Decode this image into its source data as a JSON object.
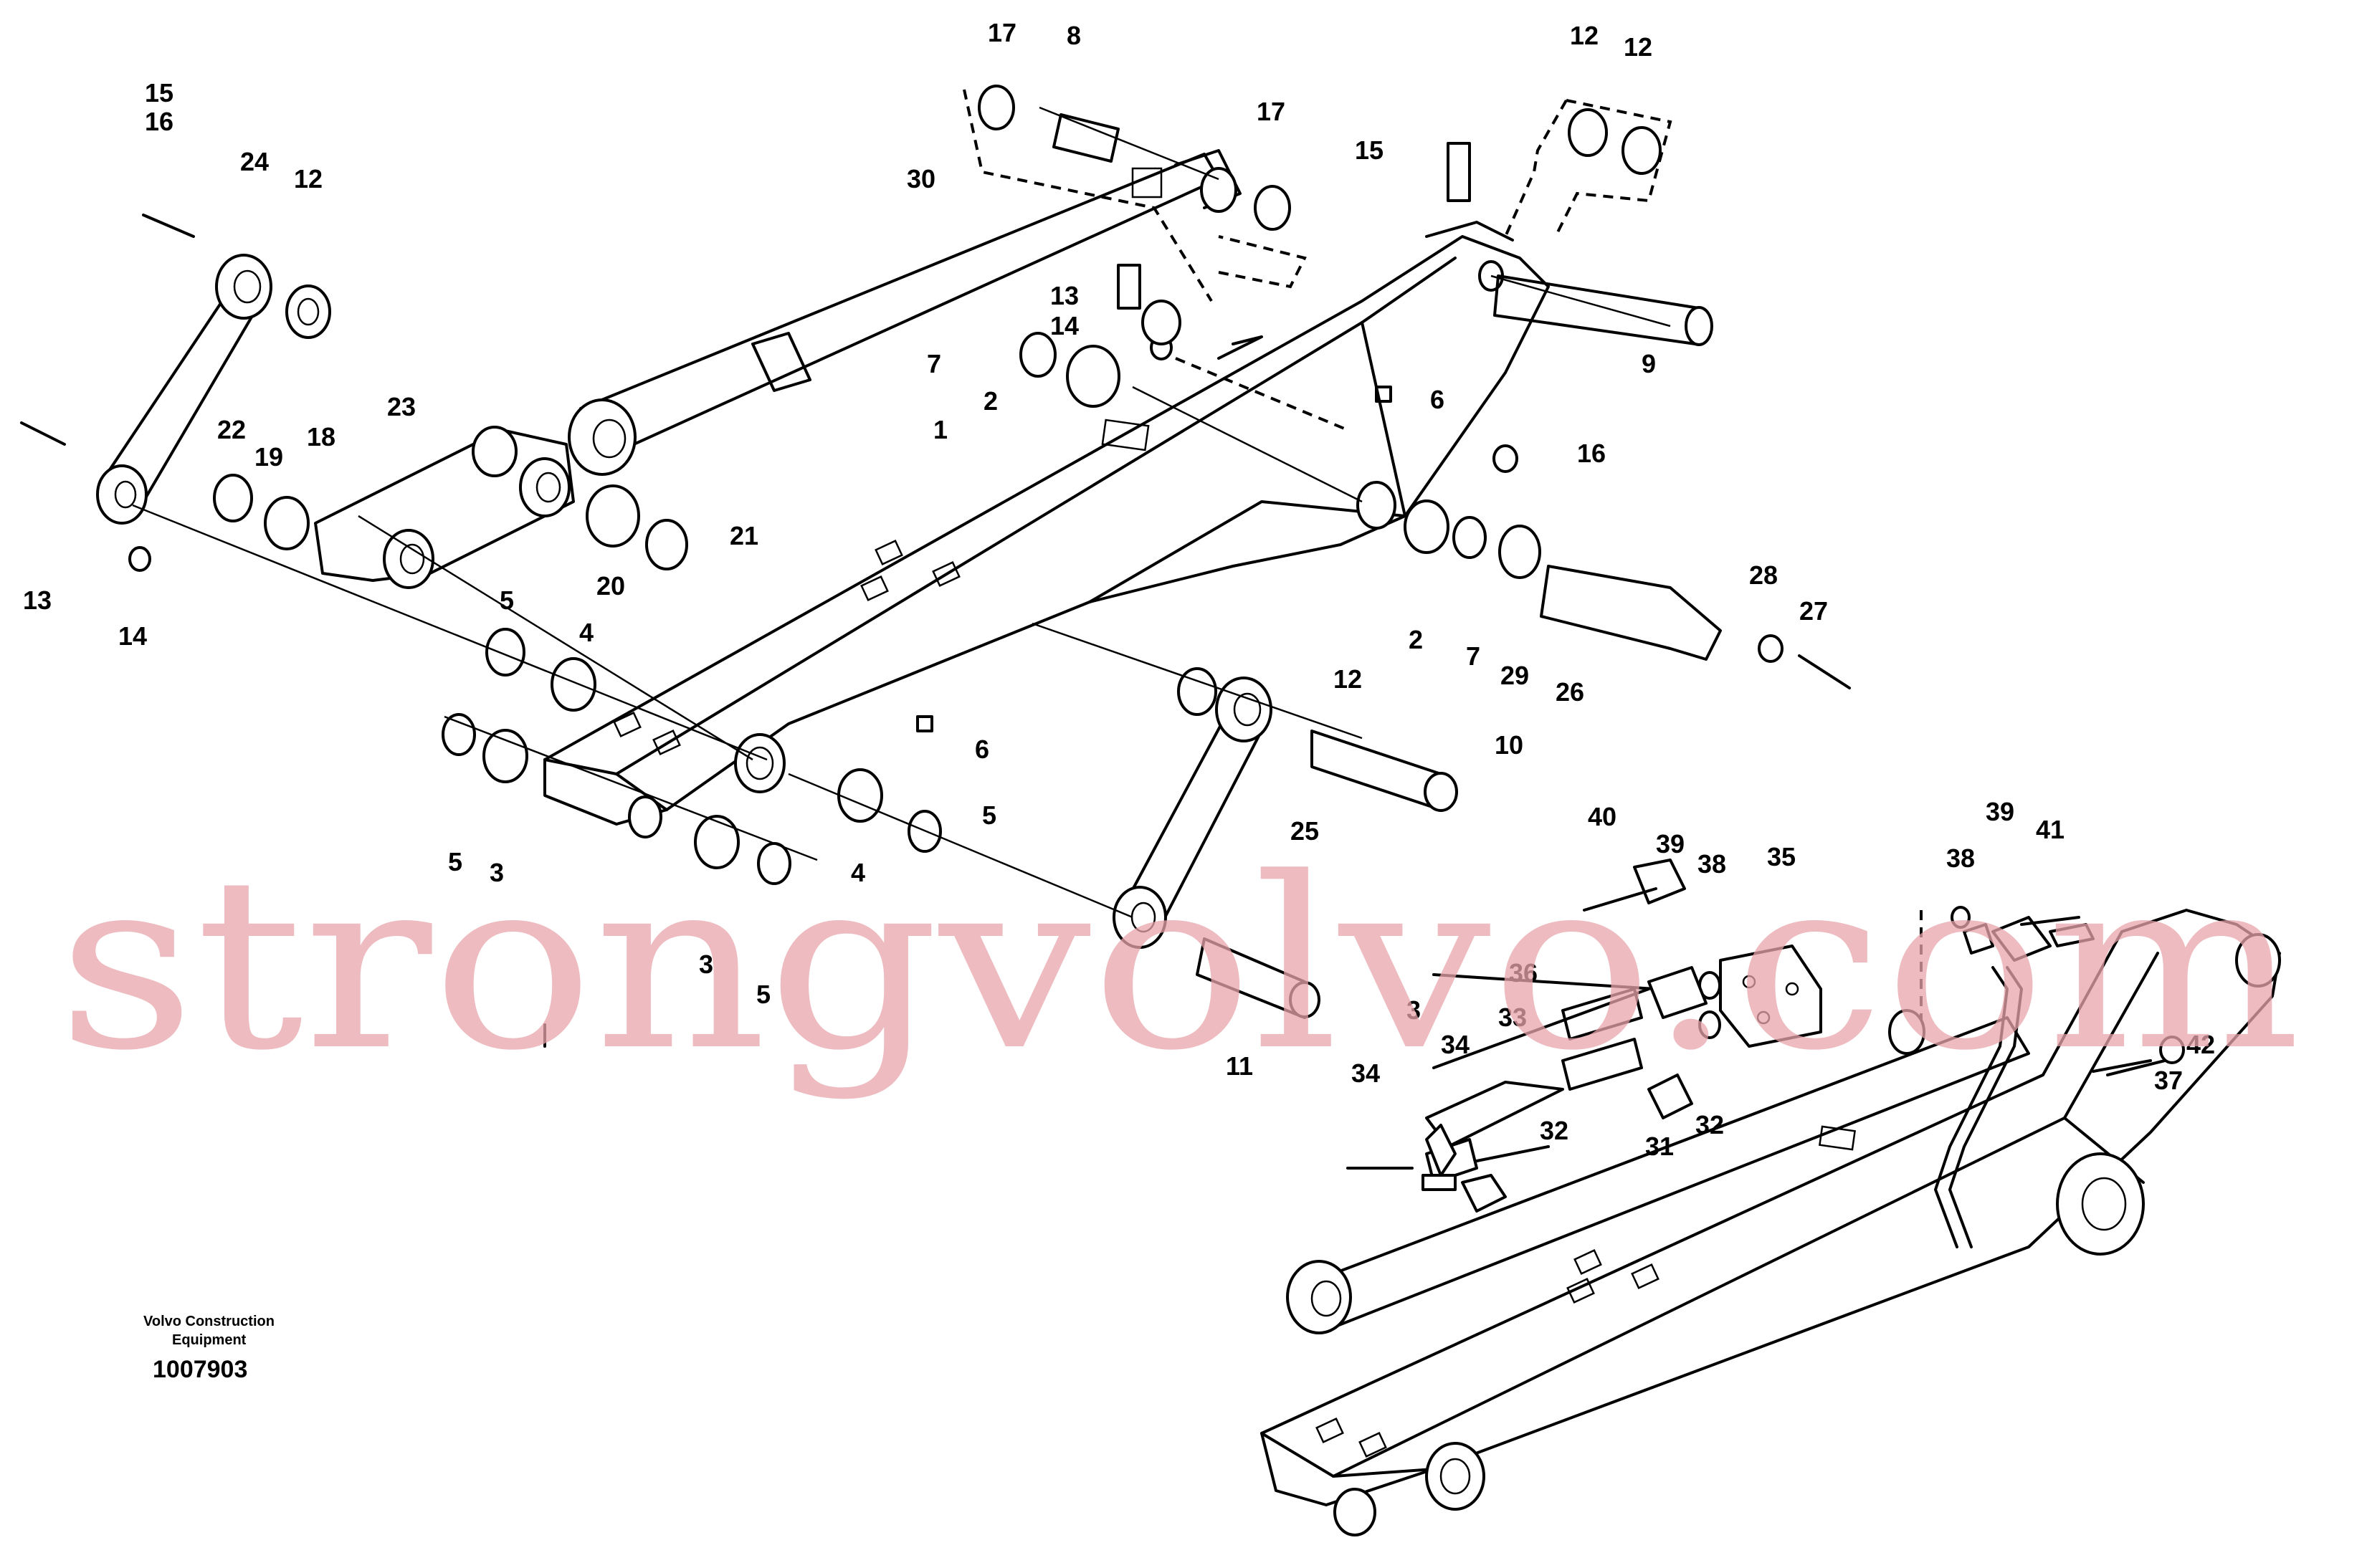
{
  "watermark": "strongvolvo.com",
  "caption": {
    "company": "Volvo Construction",
    "company_line2": "Equipment",
    "drawing_no": "1007903"
  },
  "callouts": {
    "c17a": "17",
    "c8": "8",
    "c17b": "17",
    "c12a": "12",
    "c12b": "12",
    "c15a": "15",
    "c16a": "16",
    "c24": "24",
    "c12c": "12",
    "c30": "30",
    "c15b": "15",
    "c13a": "13",
    "c14a": "14",
    "c7a": "7",
    "c2a": "2",
    "c6a": "6",
    "c16b": "16",
    "c9": "9",
    "c23": "23",
    "c22": "22",
    "c19": "19",
    "c18": "18",
    "c1": "1",
    "c21": "21",
    "c20": "20",
    "c13b": "13",
    "c14b": "14",
    "c5a": "5",
    "c4a": "4",
    "c2b": "2",
    "c7b": "7",
    "c29": "29",
    "c26": "26",
    "c28": "28",
    "c27": "27",
    "c12d": "12",
    "c6b": "6",
    "c10": "10",
    "c5b": "5",
    "c3a": "3",
    "c25": "25",
    "c5c": "5",
    "c4b": "4",
    "c3b": "3",
    "c5d": "5",
    "c11": "11",
    "c40": "40",
    "c39a": "39",
    "c38a": "38",
    "c35": "35",
    "c38b": "38",
    "c39b": "39",
    "c41": "41",
    "c36": "36",
    "c3c": "3",
    "c33": "33",
    "c34a": "34",
    "c42": "42",
    "c37": "37",
    "c34b": "34",
    "c32a": "32",
    "c31": "31",
    "c32b": "32"
  }
}
